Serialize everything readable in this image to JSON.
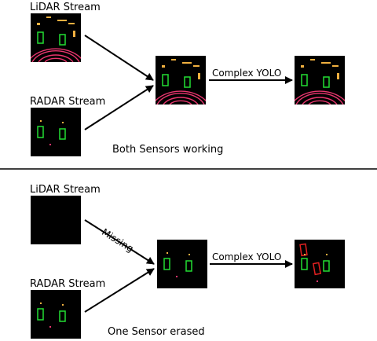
{
  "top": {
    "lidar_label": "LiDAR Stream",
    "radar_label": "RADAR Stream",
    "model_label": "Complex YOLO",
    "caption": "Both Sensors working"
  },
  "bottom": {
    "lidar_label": "LiDAR Stream",
    "radar_label": "RADAR Stream",
    "missing_label": "Missing",
    "model_label": "Complex YOLO",
    "caption": "One Sensor erased"
  },
  "colors": {
    "lidar_rings": "#e8356e",
    "lidar_points": "#f0b040",
    "detection_box": "#22dd33",
    "wrong_box": "#e02020",
    "tile_bg": "#000000"
  }
}
